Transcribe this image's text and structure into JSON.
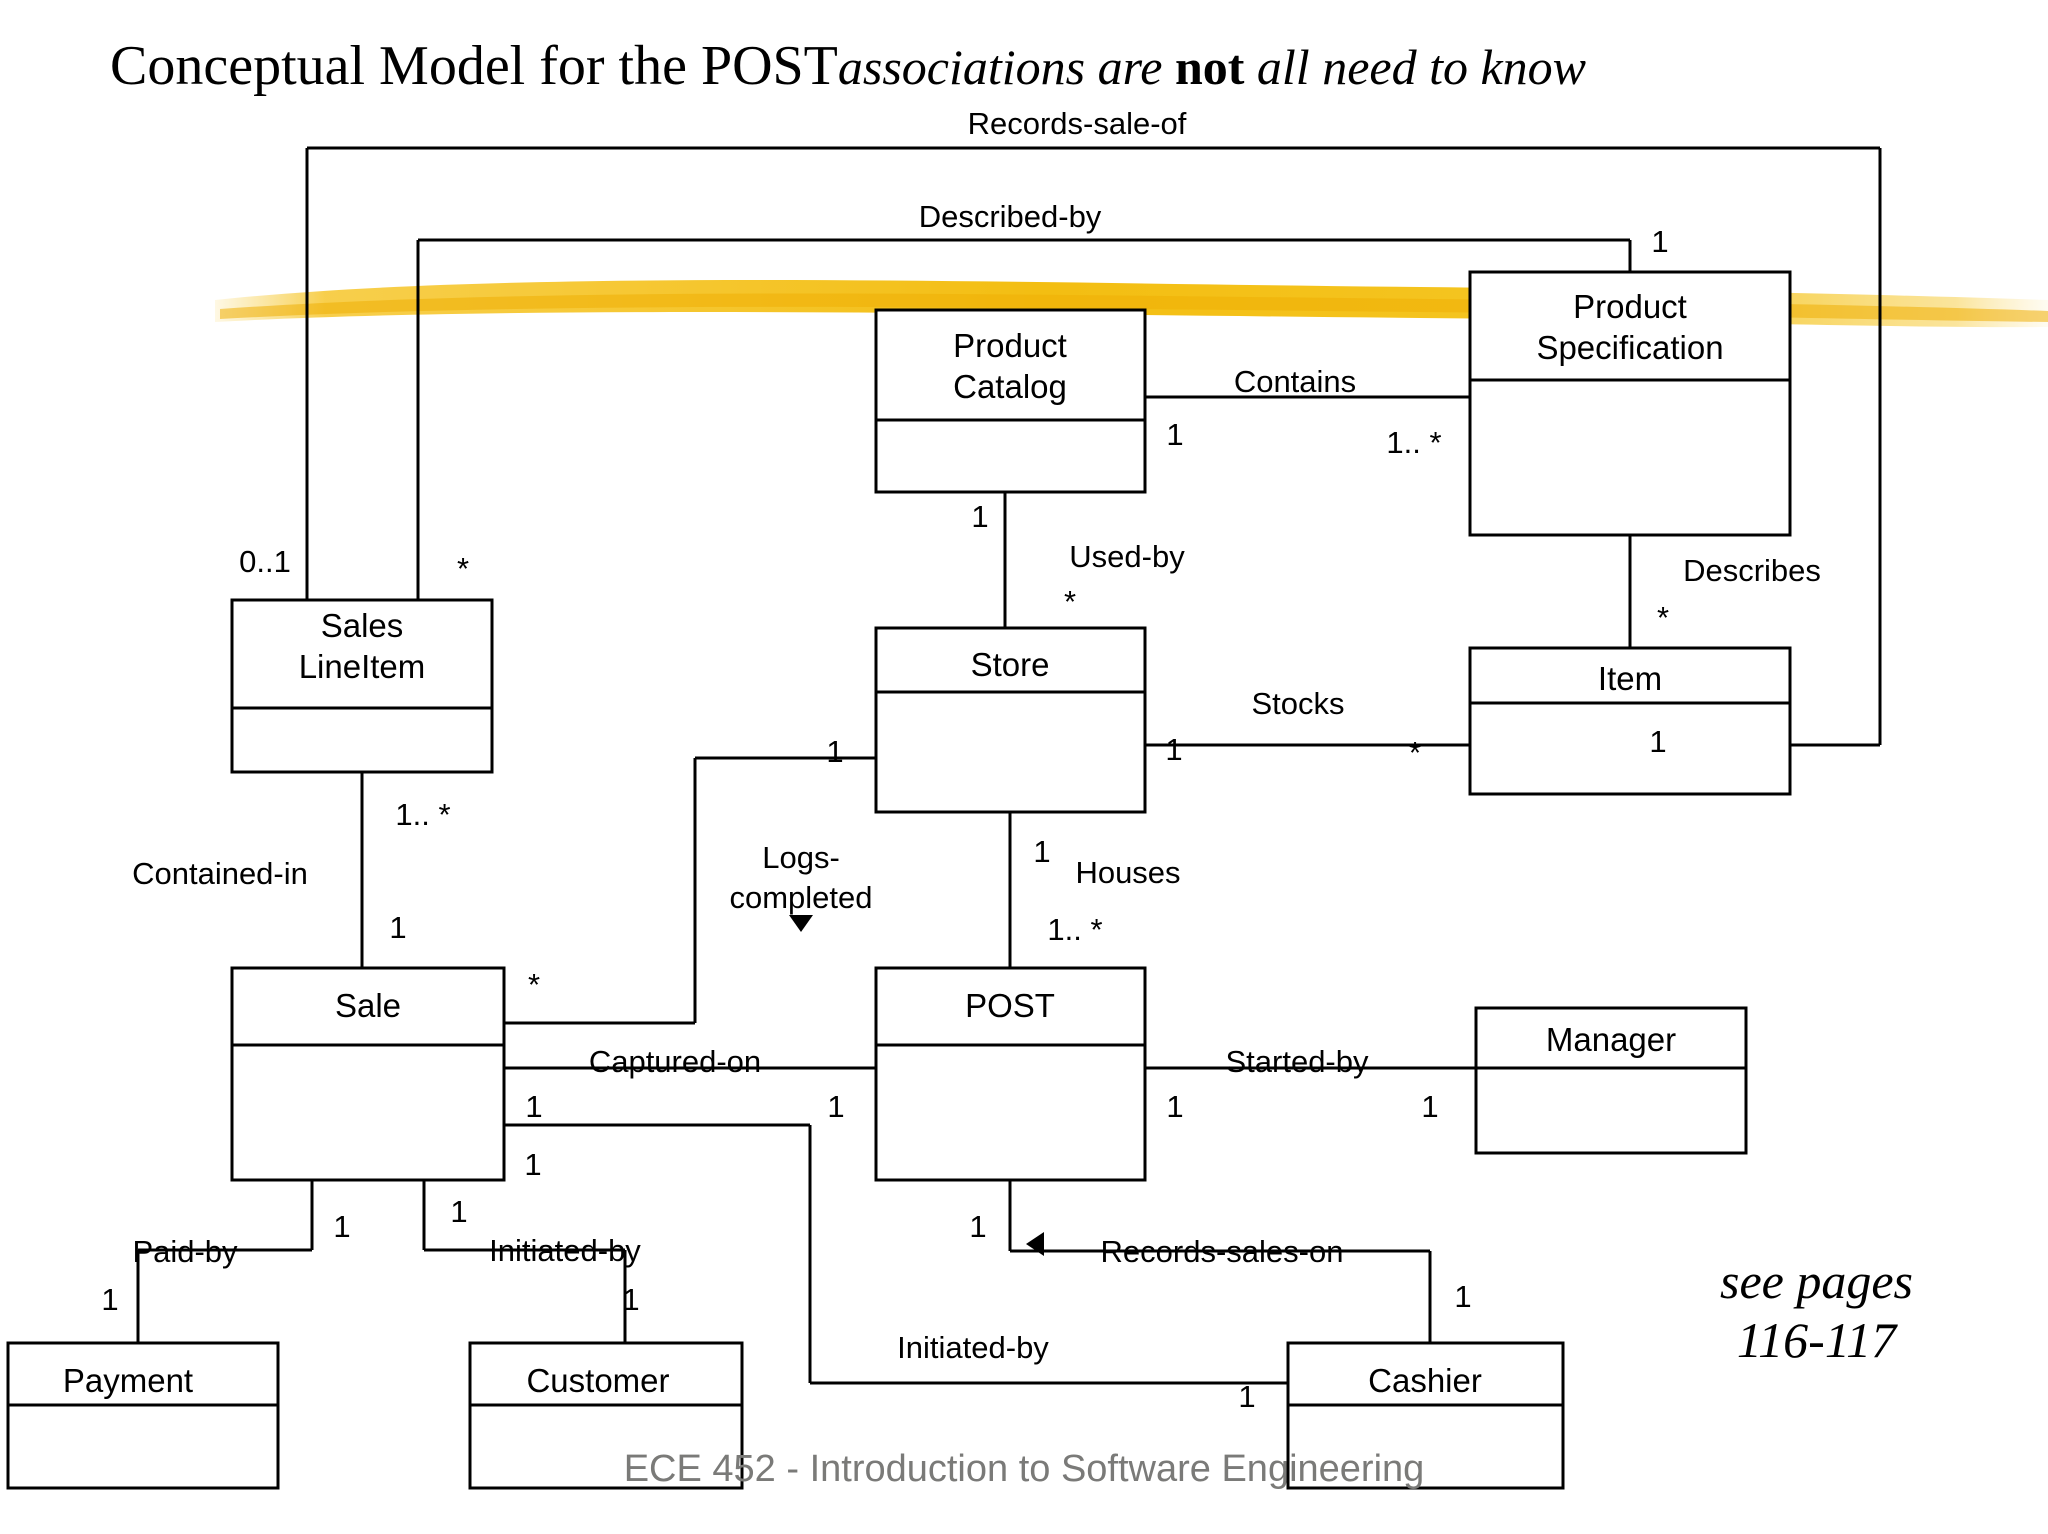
{
  "title": {
    "main": "Conceptual Model for the POST",
    "italic_1": "associations are ",
    "bold": "not",
    "italic_2": " all need to know"
  },
  "note": {
    "line1": "see pages",
    "line2": "116-117"
  },
  "footer": {
    "text": "ECE 452 - Introduction to Software Engineering"
  },
  "colors": {
    "highlighter": "#F5C21B",
    "line": "#000000",
    "box_fill": "#FFFFFF",
    "footer_text": "#7A7A78"
  },
  "classes": [
    {
      "id": "sales-lineitem",
      "name_line1": "Sales",
      "name_line2": "LineItem"
    },
    {
      "id": "product-catalog",
      "name_line1": "Product",
      "name_line2": "Catalog"
    },
    {
      "id": "product-specification",
      "name_line1": "Product",
      "name_line2": "Specification"
    },
    {
      "id": "store",
      "name_line1": "Store",
      "name_line2": ""
    },
    {
      "id": "item",
      "name_line1": "Item",
      "name_line2": ""
    },
    {
      "id": "sale",
      "name_line1": "Sale",
      "name_line2": ""
    },
    {
      "id": "post",
      "name_line1": "POST",
      "name_line2": ""
    },
    {
      "id": "manager",
      "name_line1": "Manager",
      "name_line2": ""
    },
    {
      "id": "payment",
      "name_line1": "Payment",
      "name_line2": ""
    },
    {
      "id": "customer",
      "name_line1": "Customer",
      "name_line2": ""
    },
    {
      "id": "cashier",
      "name_line1": "Cashier",
      "name_line2": ""
    }
  ],
  "associations": [
    {
      "id": "records-sale-of",
      "label": "Records-sale-of",
      "from": "sales-lineitem",
      "to": "item",
      "mult_from": "0..1",
      "mult_to": "1"
    },
    {
      "id": "described-by",
      "label": "Described-by",
      "from": "sales-lineitem",
      "to": "product-specification",
      "mult_from": "*",
      "mult_to": "1"
    },
    {
      "id": "contains",
      "label": "Contains",
      "from": "product-catalog",
      "to": "product-specification",
      "mult_from": "1",
      "mult_to": "1.. *"
    },
    {
      "id": "describes",
      "label": "Describes",
      "from": "product-specification",
      "to": "item",
      "mult_from": "",
      "mult_to": "*"
    },
    {
      "id": "used-by",
      "label": "Used-by",
      "from": "product-catalog",
      "to": "store",
      "mult_from": "1",
      "mult_to": "*"
    },
    {
      "id": "stocks",
      "label": "Stocks",
      "from": "store",
      "to": "item",
      "mult_from": "1",
      "mult_to": "*"
    },
    {
      "id": "contained-in",
      "label": "Contained-in",
      "from": "sales-lineitem",
      "to": "sale",
      "mult_from": "1.. *",
      "mult_to": "1"
    },
    {
      "id": "logs-completed",
      "label_line1": "Logs-",
      "label_line2": "completed",
      "label": "Logs-completed",
      "from": "store",
      "to": "sale",
      "mult_from": "1",
      "mult_to": "*"
    },
    {
      "id": "houses",
      "label": "Houses",
      "from": "store",
      "to": "post",
      "mult_from": "1",
      "mult_to": "1.. *"
    },
    {
      "id": "captured-on",
      "label": "Captured-on",
      "from": "sale",
      "to": "post",
      "mult_from": "1",
      "mult_to": "1"
    },
    {
      "id": "started-by",
      "label": "Started-by",
      "from": "post",
      "to": "manager",
      "mult_from": "1",
      "mult_to": "1"
    },
    {
      "id": "paid-by",
      "label": "Paid-by",
      "from": "sale",
      "to": "payment",
      "mult_from": "1",
      "mult_to": "1"
    },
    {
      "id": "initiated-by-cust",
      "label": "Initiated-by",
      "from": "sale",
      "to": "customer",
      "mult_from": "1",
      "mult_to": "1"
    },
    {
      "id": "initiated-by-cash",
      "label": "Initiated-by",
      "from": "sale",
      "to": "cashier",
      "mult_from": "1",
      "mult_to": "1"
    },
    {
      "id": "records-sales-on",
      "label": "Records-sales-on",
      "from": "post",
      "to": "cashier",
      "mult_from": "1",
      "mult_to": "1"
    }
  ]
}
